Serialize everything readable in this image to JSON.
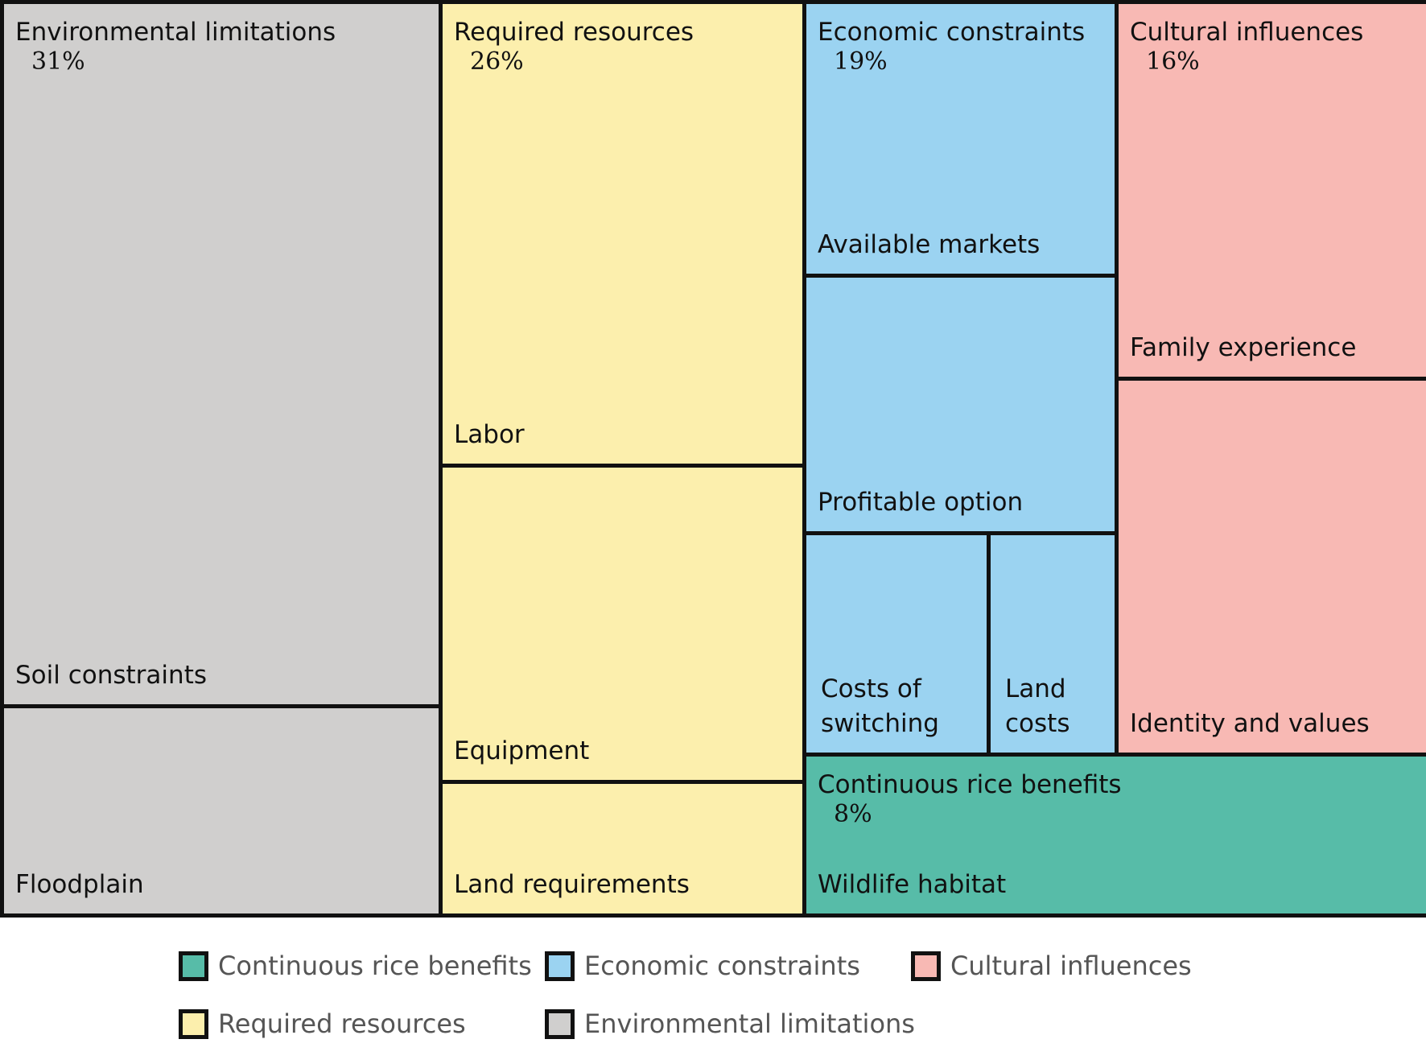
{
  "chart_data": {
    "type": "treemap",
    "groups": [
      {
        "name": "Environmental limitations",
        "percent_label": "31%",
        "value": 31,
        "color": "#d0cfce",
        "children": [
          {
            "name": "Soil constraints",
            "value": 23.9
          },
          {
            "name": "Floodplain",
            "value": 7.1
          }
        ]
      },
      {
        "name": "Required resources",
        "percent_label": "26%",
        "value": 26,
        "color": "#fcefad",
        "children": [
          {
            "name": "Labor",
            "value": 13.2
          },
          {
            "name": "Equipment",
            "value": 9.0
          },
          {
            "name": "Land requirements",
            "value": 3.8
          }
        ]
      },
      {
        "name": "Economic constraints",
        "percent_label": "19%",
        "value": 19,
        "color": "#9bd3f1",
        "children": [
          {
            "name": "Available markets",
            "value": 6.9
          },
          {
            "name": "Profitable option",
            "value": 6.5
          },
          {
            "name": "Costs of\nswitching",
            "value": 3.3
          },
          {
            "name": "Land\ncosts",
            "value": 2.3
          }
        ]
      },
      {
        "name": "Cultural influences",
        "percent_label": "16%",
        "value": 16,
        "color": "#f8b9b4",
        "children": [
          {
            "name": "Family experience",
            "value": 8.0
          },
          {
            "name": "Identity and values",
            "value": 8.0
          }
        ]
      },
      {
        "name": "Continuous rice benefits",
        "percent_label": "8%",
        "value": 8,
        "color": "#57bca8",
        "children": [
          {
            "name": "Wildlife habitat",
            "value": 8.0
          }
        ]
      }
    ],
    "legend": [
      {
        "label": "Continuous rice benefits",
        "color": "#57bca8"
      },
      {
        "label": "Economic constraints",
        "color": "#9bd3f1"
      },
      {
        "label": "Cultural influences",
        "color": "#f8b9b4"
      },
      {
        "label": "Required resources",
        "color": "#fcefad"
      },
      {
        "label": "Environmental limitations",
        "color": "#d0cfce"
      }
    ]
  }
}
